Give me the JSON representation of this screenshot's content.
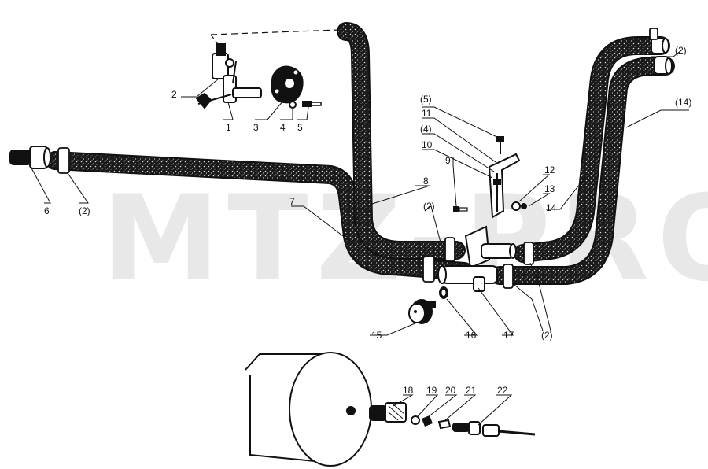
{
  "watermark": "MTZ-PRO",
  "colors": {
    "ink": "#111111",
    "hose": "#1a1a1a",
    "speckle": "#d9d9d9",
    "watermark": "#e8e8e8"
  },
  "labels": {
    "p1": "1",
    "p2": "2",
    "p3": "3",
    "p4": "4",
    "p5": "5",
    "p6": "6",
    "p7": "7",
    "p8": "8",
    "p9": "9",
    "p10": "10",
    "p11": "11",
    "p12": "12",
    "p13": "13",
    "p14": "14",
    "p15": "15",
    "p16": "16",
    "p17": "17",
    "p18": "18",
    "p19": "19",
    "p20": "20",
    "p21": "21",
    "p22": "22",
    "clamp_a": "(2)",
    "clamp_b": "(2)",
    "clamp_c": "(2)",
    "clamp_d": "(2)",
    "ref5": "(5)",
    "ref4": "(4)",
    "ref14": "(14)"
  }
}
